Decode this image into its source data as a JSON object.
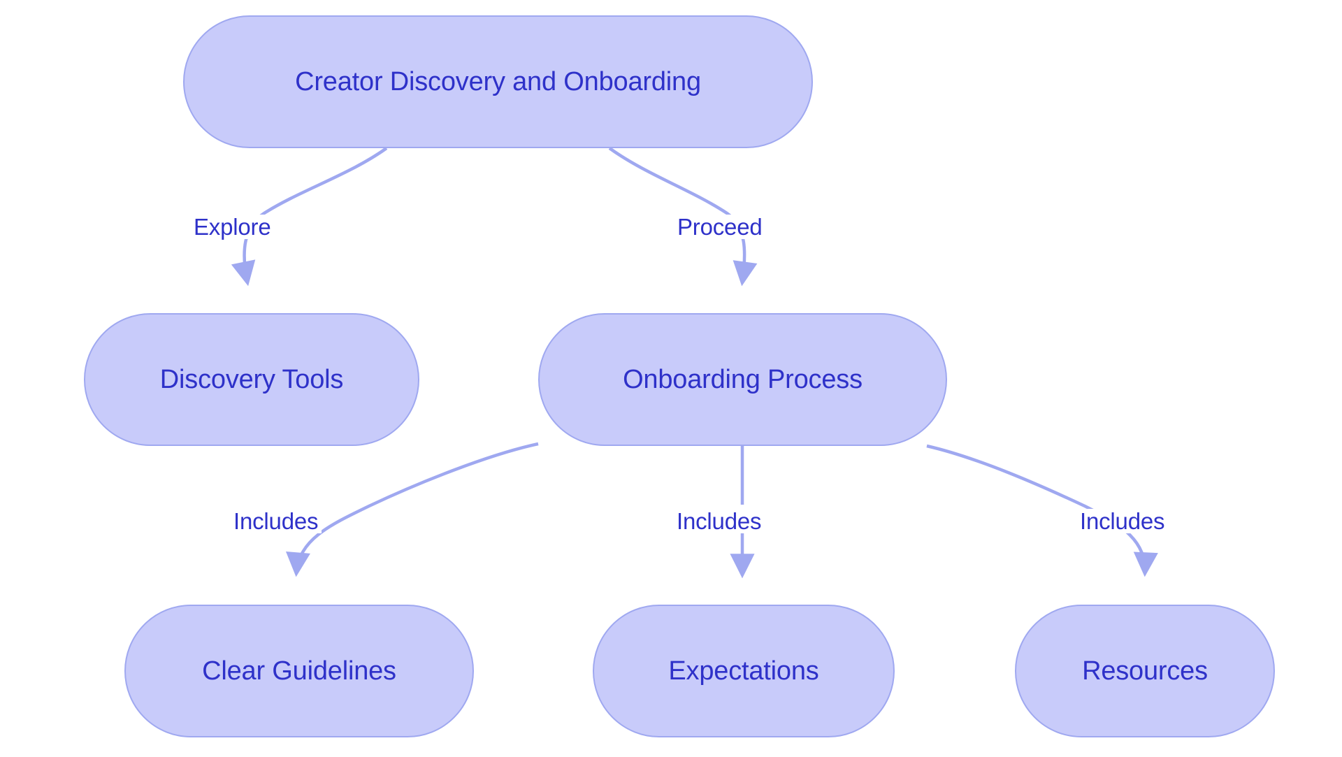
{
  "diagram": {
    "title": "Creator Discovery and Onboarding",
    "type": "flowchart",
    "direction": "top-down",
    "background_color": "#ffffff",
    "node_fill": "#c8cbfa",
    "node_border": "#9fa8f0",
    "node_text_color": "#2e31c9",
    "edge_color": "#9fa8f0",
    "edge_label_color": "#2e31c9",
    "node_shape": "stadium",
    "nodes": [
      {
        "id": "root",
        "label": "Creator Discovery and Onboarding",
        "level": 0
      },
      {
        "id": "discovery",
        "label": "Discovery Tools",
        "level": 1
      },
      {
        "id": "onboard",
        "label": "Onboarding Process",
        "level": 1
      },
      {
        "id": "guides",
        "label": "Clear Guidelines",
        "level": 2
      },
      {
        "id": "expect",
        "label": "Expectations",
        "level": 2
      },
      {
        "id": "resources",
        "label": "Resources",
        "level": 2
      }
    ],
    "edges": [
      {
        "id": "e1",
        "from": "root",
        "to": "discovery",
        "label": "Explore"
      },
      {
        "id": "e2",
        "from": "root",
        "to": "onboard",
        "label": "Proceed"
      },
      {
        "id": "e3",
        "from": "onboard",
        "to": "guides",
        "label": "Includes"
      },
      {
        "id": "e4",
        "from": "onboard",
        "to": "expect",
        "label": "Includes"
      },
      {
        "id": "e5",
        "from": "onboard",
        "to": "resources",
        "label": "Includes"
      }
    ]
  }
}
